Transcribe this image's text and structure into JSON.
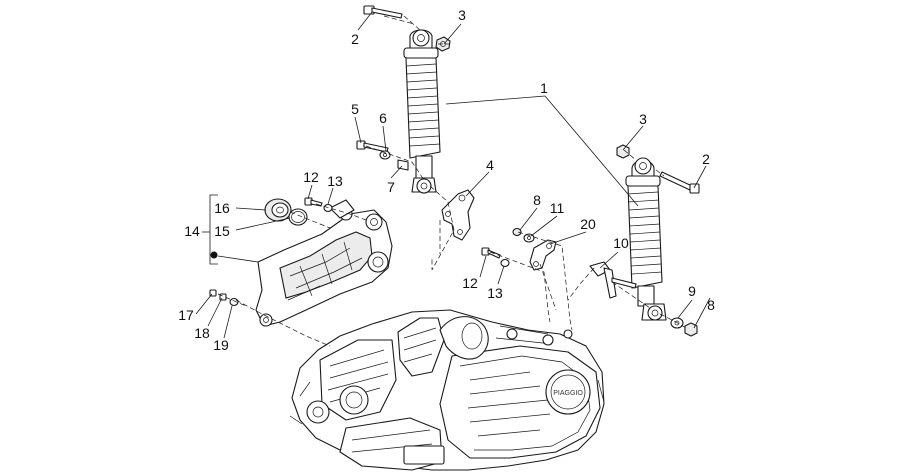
{
  "callouts": [
    {
      "id": "c1",
      "text": "1"
    },
    {
      "id": "c2a",
      "text": "2"
    },
    {
      "id": "c2b",
      "text": "2"
    },
    {
      "id": "c3a",
      "text": "3"
    },
    {
      "id": "c3b",
      "text": "3"
    },
    {
      "id": "c4",
      "text": "4"
    },
    {
      "id": "c5",
      "text": "5"
    },
    {
      "id": "c6",
      "text": "6"
    },
    {
      "id": "c7",
      "text": "7"
    },
    {
      "id": "c8a",
      "text": "8"
    },
    {
      "id": "c8b",
      "text": "8"
    },
    {
      "id": "c9",
      "text": "9"
    },
    {
      "id": "c10",
      "text": "10"
    },
    {
      "id": "c11",
      "text": "11"
    },
    {
      "id": "c12a",
      "text": "12"
    },
    {
      "id": "c12b",
      "text": "12"
    },
    {
      "id": "c13a",
      "text": "13"
    },
    {
      "id": "c13b",
      "text": "13"
    },
    {
      "id": "c14",
      "text": "14"
    },
    {
      "id": "c15",
      "text": "15"
    },
    {
      "id": "c16",
      "text": "16"
    },
    {
      "id": "c17",
      "text": "17"
    },
    {
      "id": "c18",
      "text": "18"
    },
    {
      "id": "c19",
      "text": "19"
    },
    {
      "id": "c20",
      "text": "20"
    }
  ],
  "engine": {
    "brand_text": "PIAGGIO"
  }
}
